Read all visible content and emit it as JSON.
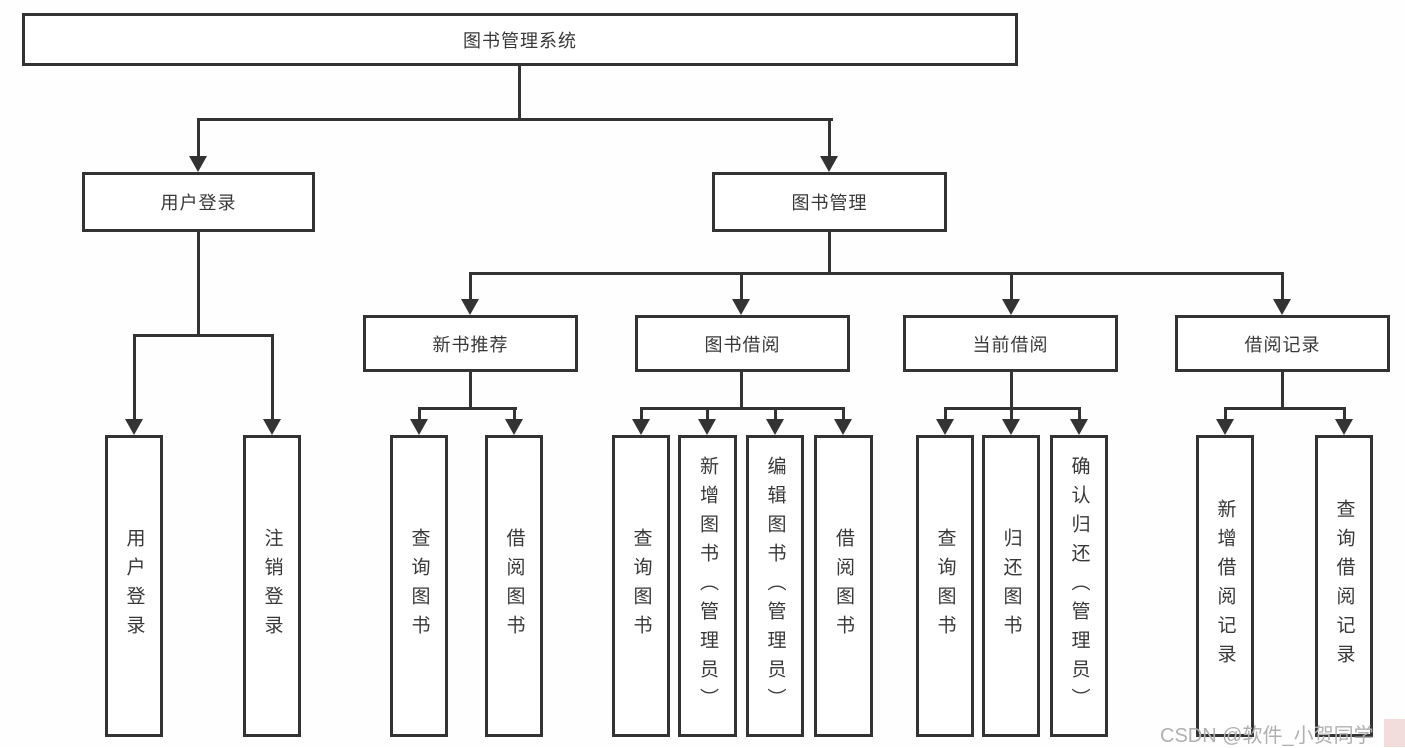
{
  "tree": {
    "root": {
      "label": "图书管理系统"
    },
    "branches": [
      {
        "label": "用户登录",
        "children": [
          {
            "label": "用户登录"
          },
          {
            "label": "注销登录"
          }
        ]
      },
      {
        "label": "图书管理",
        "children": [
          {
            "label": "新书推荐",
            "children": [
              {
                "label": "查询图书"
              },
              {
                "label": "借阅图书"
              }
            ]
          },
          {
            "label": "图书借阅",
            "children": [
              {
                "label": "查询图书"
              },
              {
                "label": "新增图书（管理员）"
              },
              {
                "label": "编辑图书（管理员）"
              },
              {
                "label": "借阅图书"
              }
            ]
          },
          {
            "label": "当前借阅",
            "children": [
              {
                "label": "查询图书"
              },
              {
                "label": "归还图书"
              },
              {
                "label": "确认归还（管理员）"
              }
            ]
          },
          {
            "label": "借阅记录",
            "children": [
              {
                "label": "新增借阅记录"
              },
              {
                "label": "查询借阅记录"
              }
            ]
          }
        ]
      }
    ]
  },
  "watermark": "CSDN @软件_小贺同学",
  "colors": {
    "line": "#333333",
    "border": "#333333",
    "text": "#383838",
    "watermark": "#b0b0b0",
    "background": "#fefefe"
  }
}
